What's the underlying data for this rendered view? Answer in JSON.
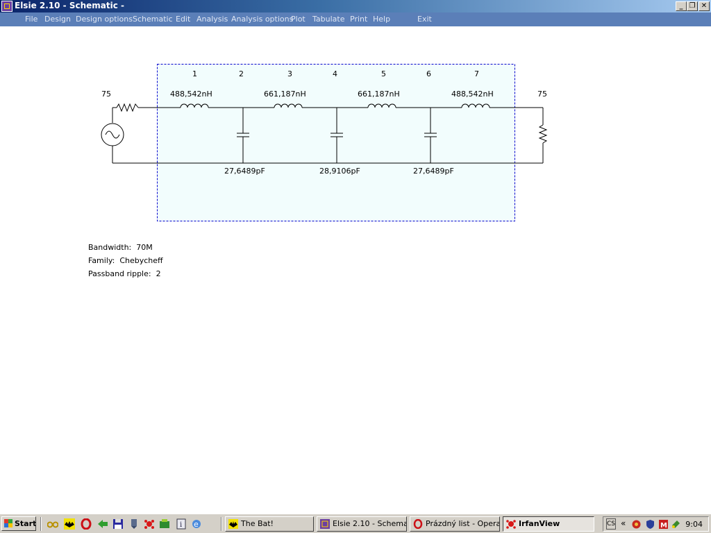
{
  "window": {
    "title": "Elsie 2.10 - Schematic -",
    "min": "_",
    "restore": "❐",
    "close": "✕"
  },
  "menu": [
    "File",
    "Design",
    "Design options",
    "Schematic",
    "Edit",
    "Analysis",
    "Analysis options",
    "Plot",
    "Tabulate",
    "Print",
    "Help",
    "Exit"
  ],
  "schematic": {
    "source_resistance": "75",
    "load_resistance": "75",
    "element_numbers": [
      "1",
      "2",
      "3",
      "4",
      "5",
      "6",
      "7"
    ],
    "inductors": [
      "488,542nH",
      "661,187nH",
      "661,187nH",
      "488,542nH"
    ],
    "capacitors": [
      "27,6489pF",
      "28,9106pF",
      "27,6489pF"
    ],
    "section_fill": "#f2fdfd",
    "section_border": "#0000cc"
  },
  "info": {
    "bandwidth_label": "Bandwidth:",
    "bandwidth": "70M",
    "family_label": "Family:",
    "family": "Chebycheff",
    "ripple_label": "Passband ripple:",
    "ripple": "2"
  },
  "taskbar": {
    "start": "Start",
    "tasks": [
      "The Bat!",
      "Elsie 2.10 - Schema...",
      "Prázdný list - Opera ...",
      "IrfanView"
    ],
    "active_task": "IrfanView",
    "clock": "9:04",
    "tray_expand": "«"
  }
}
